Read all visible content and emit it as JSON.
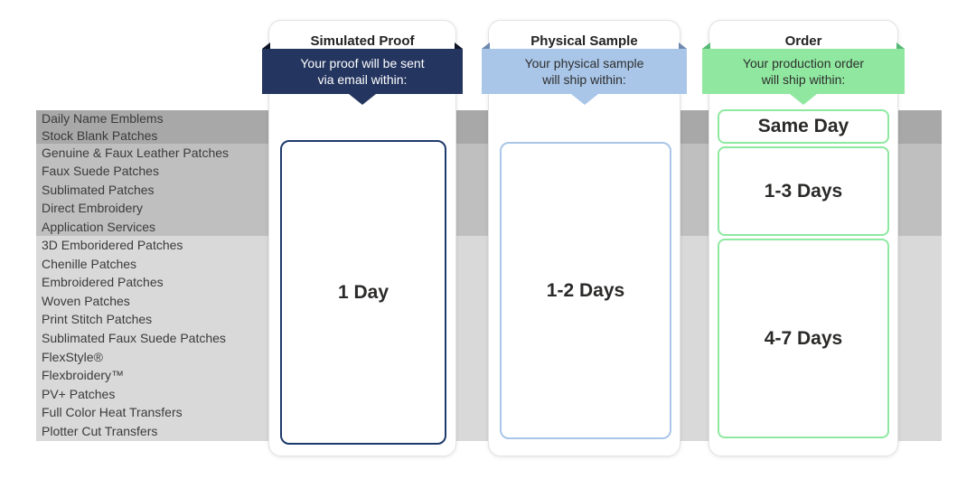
{
  "products": {
    "groups": [
      {
        "shade": "dark-gray",
        "items": [
          "Daily Name Emblems",
          "Stock Blank Patches"
        ]
      },
      {
        "shade": "medium-gray",
        "items": [
          "Genuine & Faux Leather Patches",
          "Faux Suede Patches",
          "Sublimated Patches",
          "Direct Embroidery",
          "Application Services"
        ]
      },
      {
        "shade": "light-gray",
        "items": [
          "3D Emboridered Patches",
          "Chenille Patches",
          "Embroidered Patches",
          "Woven Patches",
          "Print Stitch Patches",
          "Sublimated Faux Suede Patches",
          "FlexStyle®",
          "Flexbroidery™",
          "PV+ Patches",
          "Full Color Heat Transfers",
          "Plotter Cut Transfers"
        ]
      }
    ]
  },
  "columns": [
    {
      "title": "Simulated Proof",
      "banner_line1": "Your proof will be sent",
      "banner_line2": "via email within:",
      "accent": "#24355f",
      "values": [
        {
          "label": "1 Day",
          "applies_to": "all product groups"
        }
      ]
    },
    {
      "title": "Physical Sample",
      "banner_line1": "Your physical sample",
      "banner_line2": "will ship within:",
      "accent": "#a9c6e8",
      "values": [
        {
          "label": "1-2 Days",
          "applies_to": "all product groups"
        }
      ]
    },
    {
      "title": "Order",
      "banner_line1": "Your production order",
      "banner_line2": "will ship within:",
      "accent": "#90e8a0",
      "values": [
        {
          "label": "Same Day",
          "applies_to": "dark-gray group"
        },
        {
          "label": "1-3 Days",
          "applies_to": "medium-gray group"
        },
        {
          "label": "4-7 Days",
          "applies_to": "light-gray group"
        }
      ]
    }
  ],
  "colors": {
    "band_dark": "#a8a8a8",
    "band_medium": "#bfbfbf",
    "band_light": "#d9d9d9",
    "navy": "#24355f",
    "light_blue": "#a9c6e8",
    "green": "#90e8a0"
  }
}
